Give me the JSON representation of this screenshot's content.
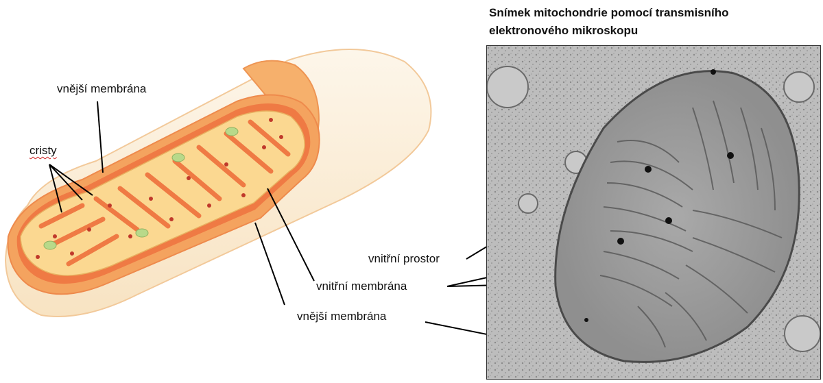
{
  "title": {
    "line1": "Snímek mitochondrie pomocí transmisního",
    "line2": "elektronového mikroskopu"
  },
  "labels": {
    "outer_membrane_top": "vnější membrána",
    "cristae": "cristy",
    "inner_space": "vnitřní prostor",
    "inner_membrane": "vnitřní membrána",
    "outer_membrane_bottom": "vnější membrána"
  },
  "colors": {
    "outer_shell": "#fbefd9",
    "membrane_orange": "#f4a35f",
    "inner_membrane": "#ef7a44",
    "matrix": "#fbd891",
    "granule": "#c0392b",
    "ribosome_green": "#b8d98a",
    "tem_bg": "#b9b9b9"
  }
}
